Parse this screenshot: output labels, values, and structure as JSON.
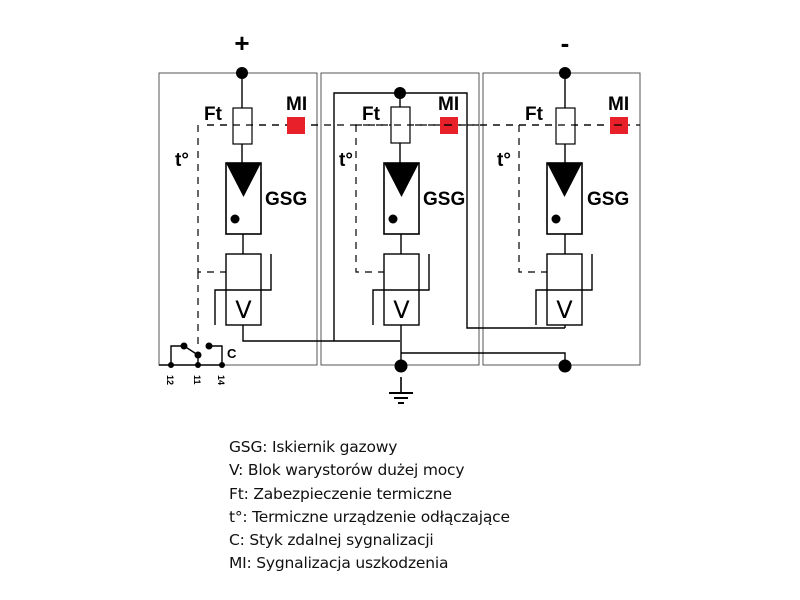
{
  "diagram": {
    "title": "Schemat ogranicznika przepięć",
    "terminals": {
      "positive": "+",
      "negative": "-"
    },
    "modules": [
      {
        "id": "left",
        "ft": "Ft",
        "mi": "MI",
        "t": "t°",
        "gsg": "GSG",
        "v": "V"
      },
      {
        "id": "middle",
        "ft": "Ft",
        "mi": "MI",
        "t": "t°",
        "gsg": "GSG",
        "v": "V"
      },
      {
        "id": "right",
        "ft": "Ft",
        "mi": "MI",
        "t": "t°",
        "gsg": "GSG",
        "v": "V"
      }
    ],
    "contact": {
      "label": "C",
      "pins": [
        "12",
        "11",
        "14"
      ]
    },
    "colors": {
      "mi_indicator": "#e8202a",
      "line": "#000000",
      "module_border": "#555555"
    }
  },
  "legend": [
    "GSG: Iskiernik gazowy",
    "V: Blok warystorów dużej mocy",
    "Ft: Zabezpieczenie termiczne",
    "t°: Termiczne urządzenie odłączające",
    "C: Styk zdalnej sygnalizacji",
    "MI: Sygnalizacja uszkodzenia"
  ]
}
